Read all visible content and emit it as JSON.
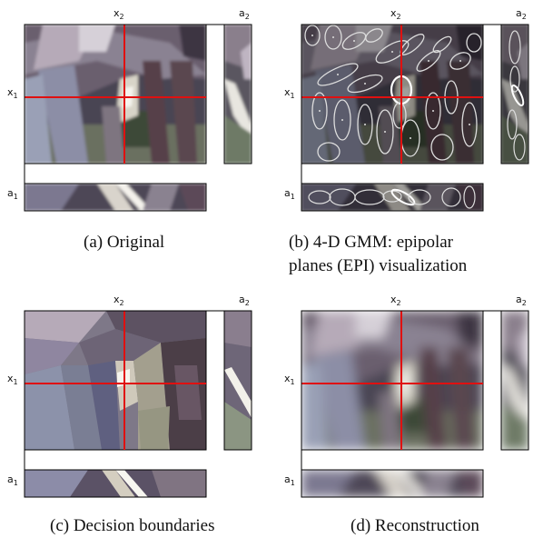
{
  "axis_labels": {
    "x2": "x",
    "a2": "a",
    "x1": "x",
    "a1": "a",
    "sub2": "2",
    "sub1": "1"
  },
  "panels": [
    {
      "id": "a",
      "caption": "(a) Original",
      "style": "original"
    },
    {
      "id": "b",
      "caption_line1": "(b)  4-D  GMM:  epipolar",
      "caption_line2": "planes (EPI) visualization",
      "style": "gmm"
    },
    {
      "id": "c",
      "caption": "(c) Decision boundaries",
      "style": "segments"
    },
    {
      "id": "d",
      "caption": "(d) Reconstruction",
      "style": "blur"
    }
  ],
  "colors": {
    "crosshair": "#e01010",
    "frame": "#000000",
    "ellipse": "#dddddd"
  }
}
